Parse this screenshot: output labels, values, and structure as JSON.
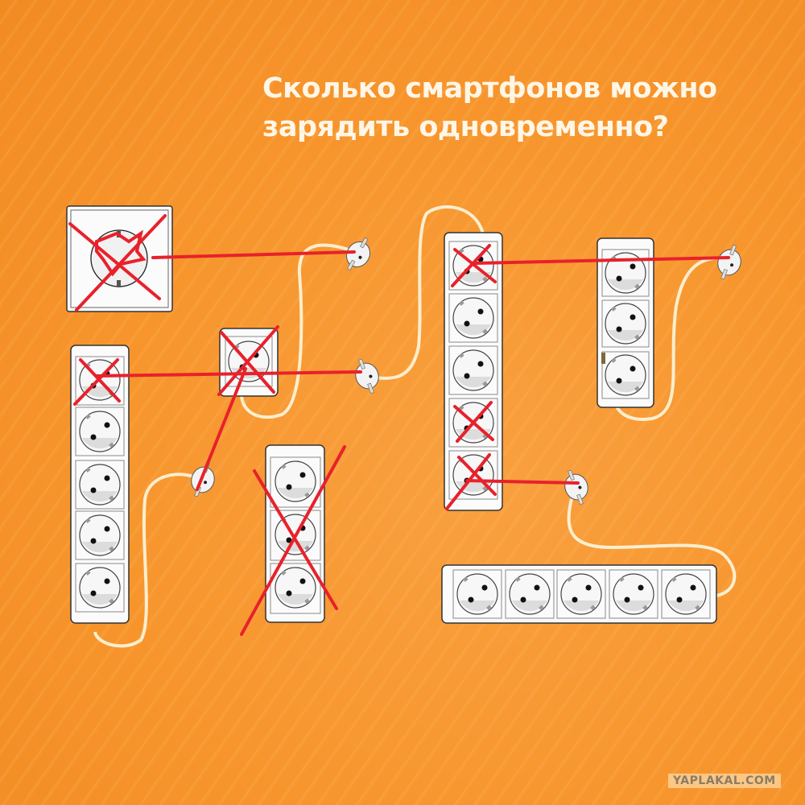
{
  "title": {
    "line1": "Сколько смартфонов можно",
    "line2": "зарядить одновременно?"
  },
  "watermark": "YAPLAKAL.COM",
  "colors": {
    "background": "#f7952c",
    "title": "#fff6e6",
    "cross_marks": "#e8212b",
    "device_body": "#fbfbfb",
    "cord": "#fdeecd"
  },
  "devices": [
    {
      "id": "wall-socket",
      "type": "wall outlet",
      "sockets": 1,
      "crossed": 1
    },
    {
      "id": "strip-left-5",
      "type": "power strip",
      "sockets": 5,
      "crossed": 1
    },
    {
      "id": "single-adapter",
      "type": "single socket adapter",
      "sockets": 1,
      "crossed": 1
    },
    {
      "id": "strip-middle-3",
      "type": "power strip",
      "sockets": 3,
      "crossed": 3
    },
    {
      "id": "strip-center-5",
      "type": "power strip",
      "sockets": 5,
      "crossed": 3
    },
    {
      "id": "strip-right-3",
      "type": "power strip with switch",
      "sockets": 3,
      "crossed": 0
    },
    {
      "id": "strip-bottom-5",
      "type": "horizontal power strip",
      "sockets": 5,
      "crossed": 0
    }
  ]
}
